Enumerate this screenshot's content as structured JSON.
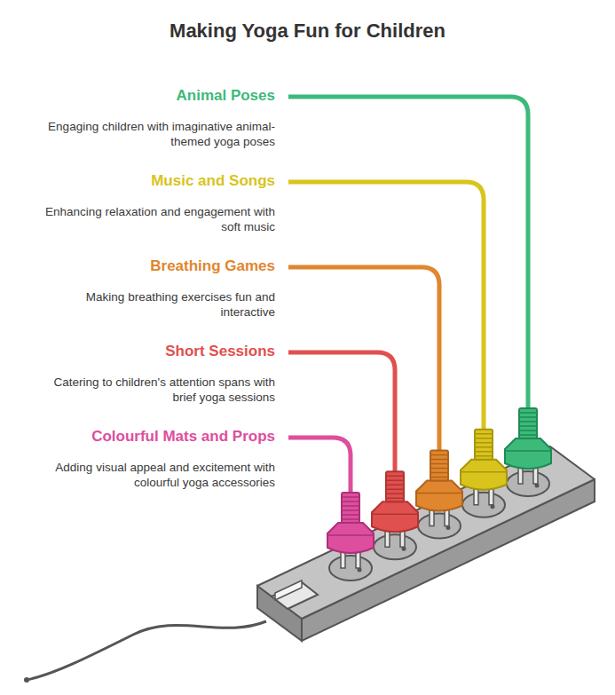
{
  "diagram": {
    "title": "Making Yoga Fun for Children",
    "labels": [
      "Animal Poses",
      "Engaging children with imaginative animal-themed yoga poses",
      "Music and Songs",
      "Enhancing relaxation and engagement with soft music",
      "Breathing Games",
      "Making breathing exercises fun and interactive",
      "Short Sessions",
      "Catering to children's attention spans with brief yoga sessions",
      "Colourful Mats and Props",
      "Adding visual appeal and excitement with colourful yoga accessories"
    ]
  }
}
